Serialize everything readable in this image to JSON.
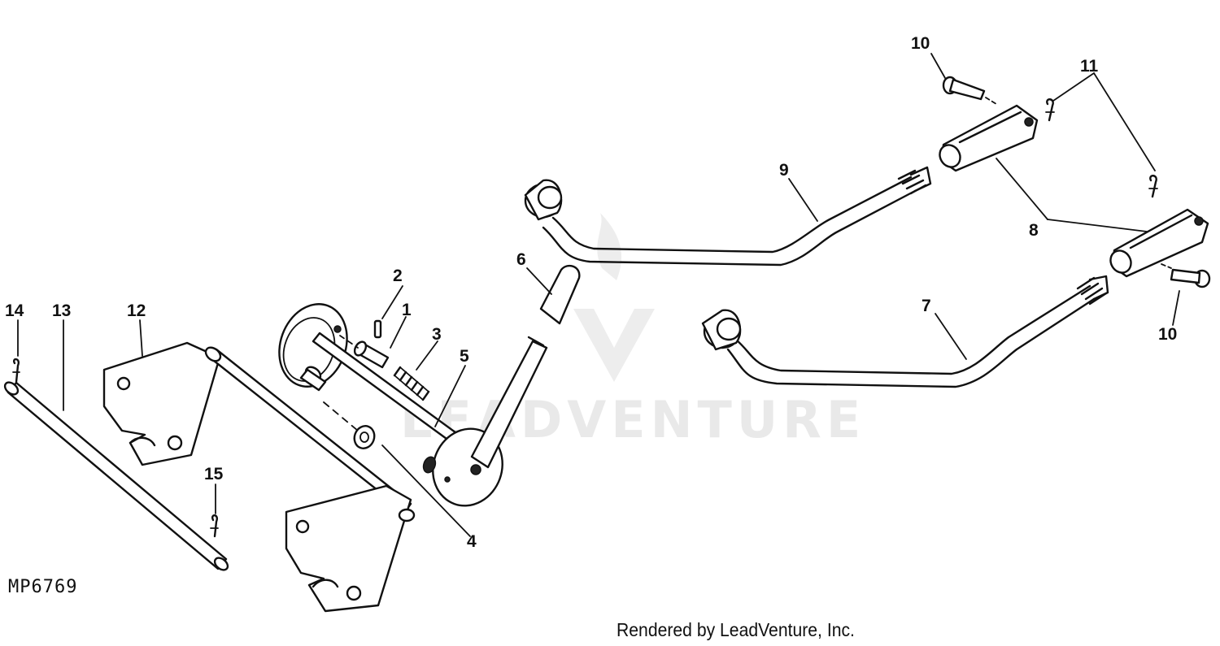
{
  "watermark": {
    "text": "LEADVENTURE"
  },
  "drawing_number": "MP6769",
  "credit": "Rendered by LeadVenture, Inc.",
  "callouts": {
    "c1": "1",
    "c2": "2",
    "c3": "3",
    "c4": "4",
    "c5": "5",
    "c6": "6",
    "c7": "7",
    "c8": "8",
    "c9": "9",
    "c10a": "10",
    "c10b": "10",
    "c11": "11",
    "c12": "12",
    "c13": "13",
    "c14": "14",
    "c15": "15"
  }
}
